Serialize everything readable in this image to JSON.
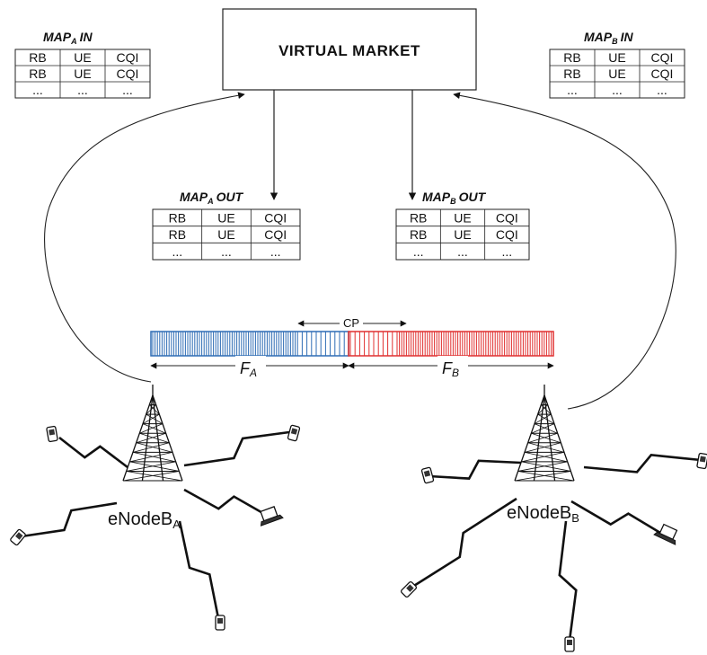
{
  "market": {
    "title": "VIRTUAL MARKET"
  },
  "tables": {
    "a_in": {
      "name": "MAP",
      "sub": "A",
      "suffix": "IN",
      "headers": [
        "RB",
        "UE",
        "CQI"
      ],
      "rows": [
        [
          "RB",
          "UE",
          "CQI"
        ],
        [
          "...",
          "...",
          "..."
        ]
      ]
    },
    "b_in": {
      "name": "MAP",
      "sub": "B",
      "suffix": "IN",
      "headers": [
        "RB",
        "UE",
        "CQI"
      ],
      "rows": [
        [
          "RB",
          "UE",
          "CQI"
        ],
        [
          "...",
          "...",
          "..."
        ]
      ]
    },
    "a_out": {
      "name": "MAP",
      "sub": "A",
      "suffix": "OUT",
      "headers": [
        "RB",
        "UE",
        "CQI"
      ],
      "rows": [
        [
          "RB",
          "UE",
          "CQI"
        ],
        [
          "...",
          "...",
          "..."
        ]
      ]
    },
    "b_out": {
      "name": "MAP",
      "sub": "B",
      "suffix": "OUT",
      "headers": [
        "RB",
        "UE",
        "CQI"
      ],
      "rows": [
        [
          "RB",
          "UE",
          "CQI"
        ],
        [
          "...",
          "...",
          "..."
        ]
      ]
    }
  },
  "spectrum": {
    "cp_label": "CP",
    "fa": {
      "name": "F",
      "sub": "A"
    },
    "fb": {
      "name": "F",
      "sub": "B"
    },
    "colors": {
      "a": "#2f6db5",
      "b": "#e03030"
    }
  },
  "nodes": {
    "a": {
      "name": "eNodeB",
      "sub": "A"
    },
    "b": {
      "name": "eNodeB",
      "sub": "B"
    }
  }
}
